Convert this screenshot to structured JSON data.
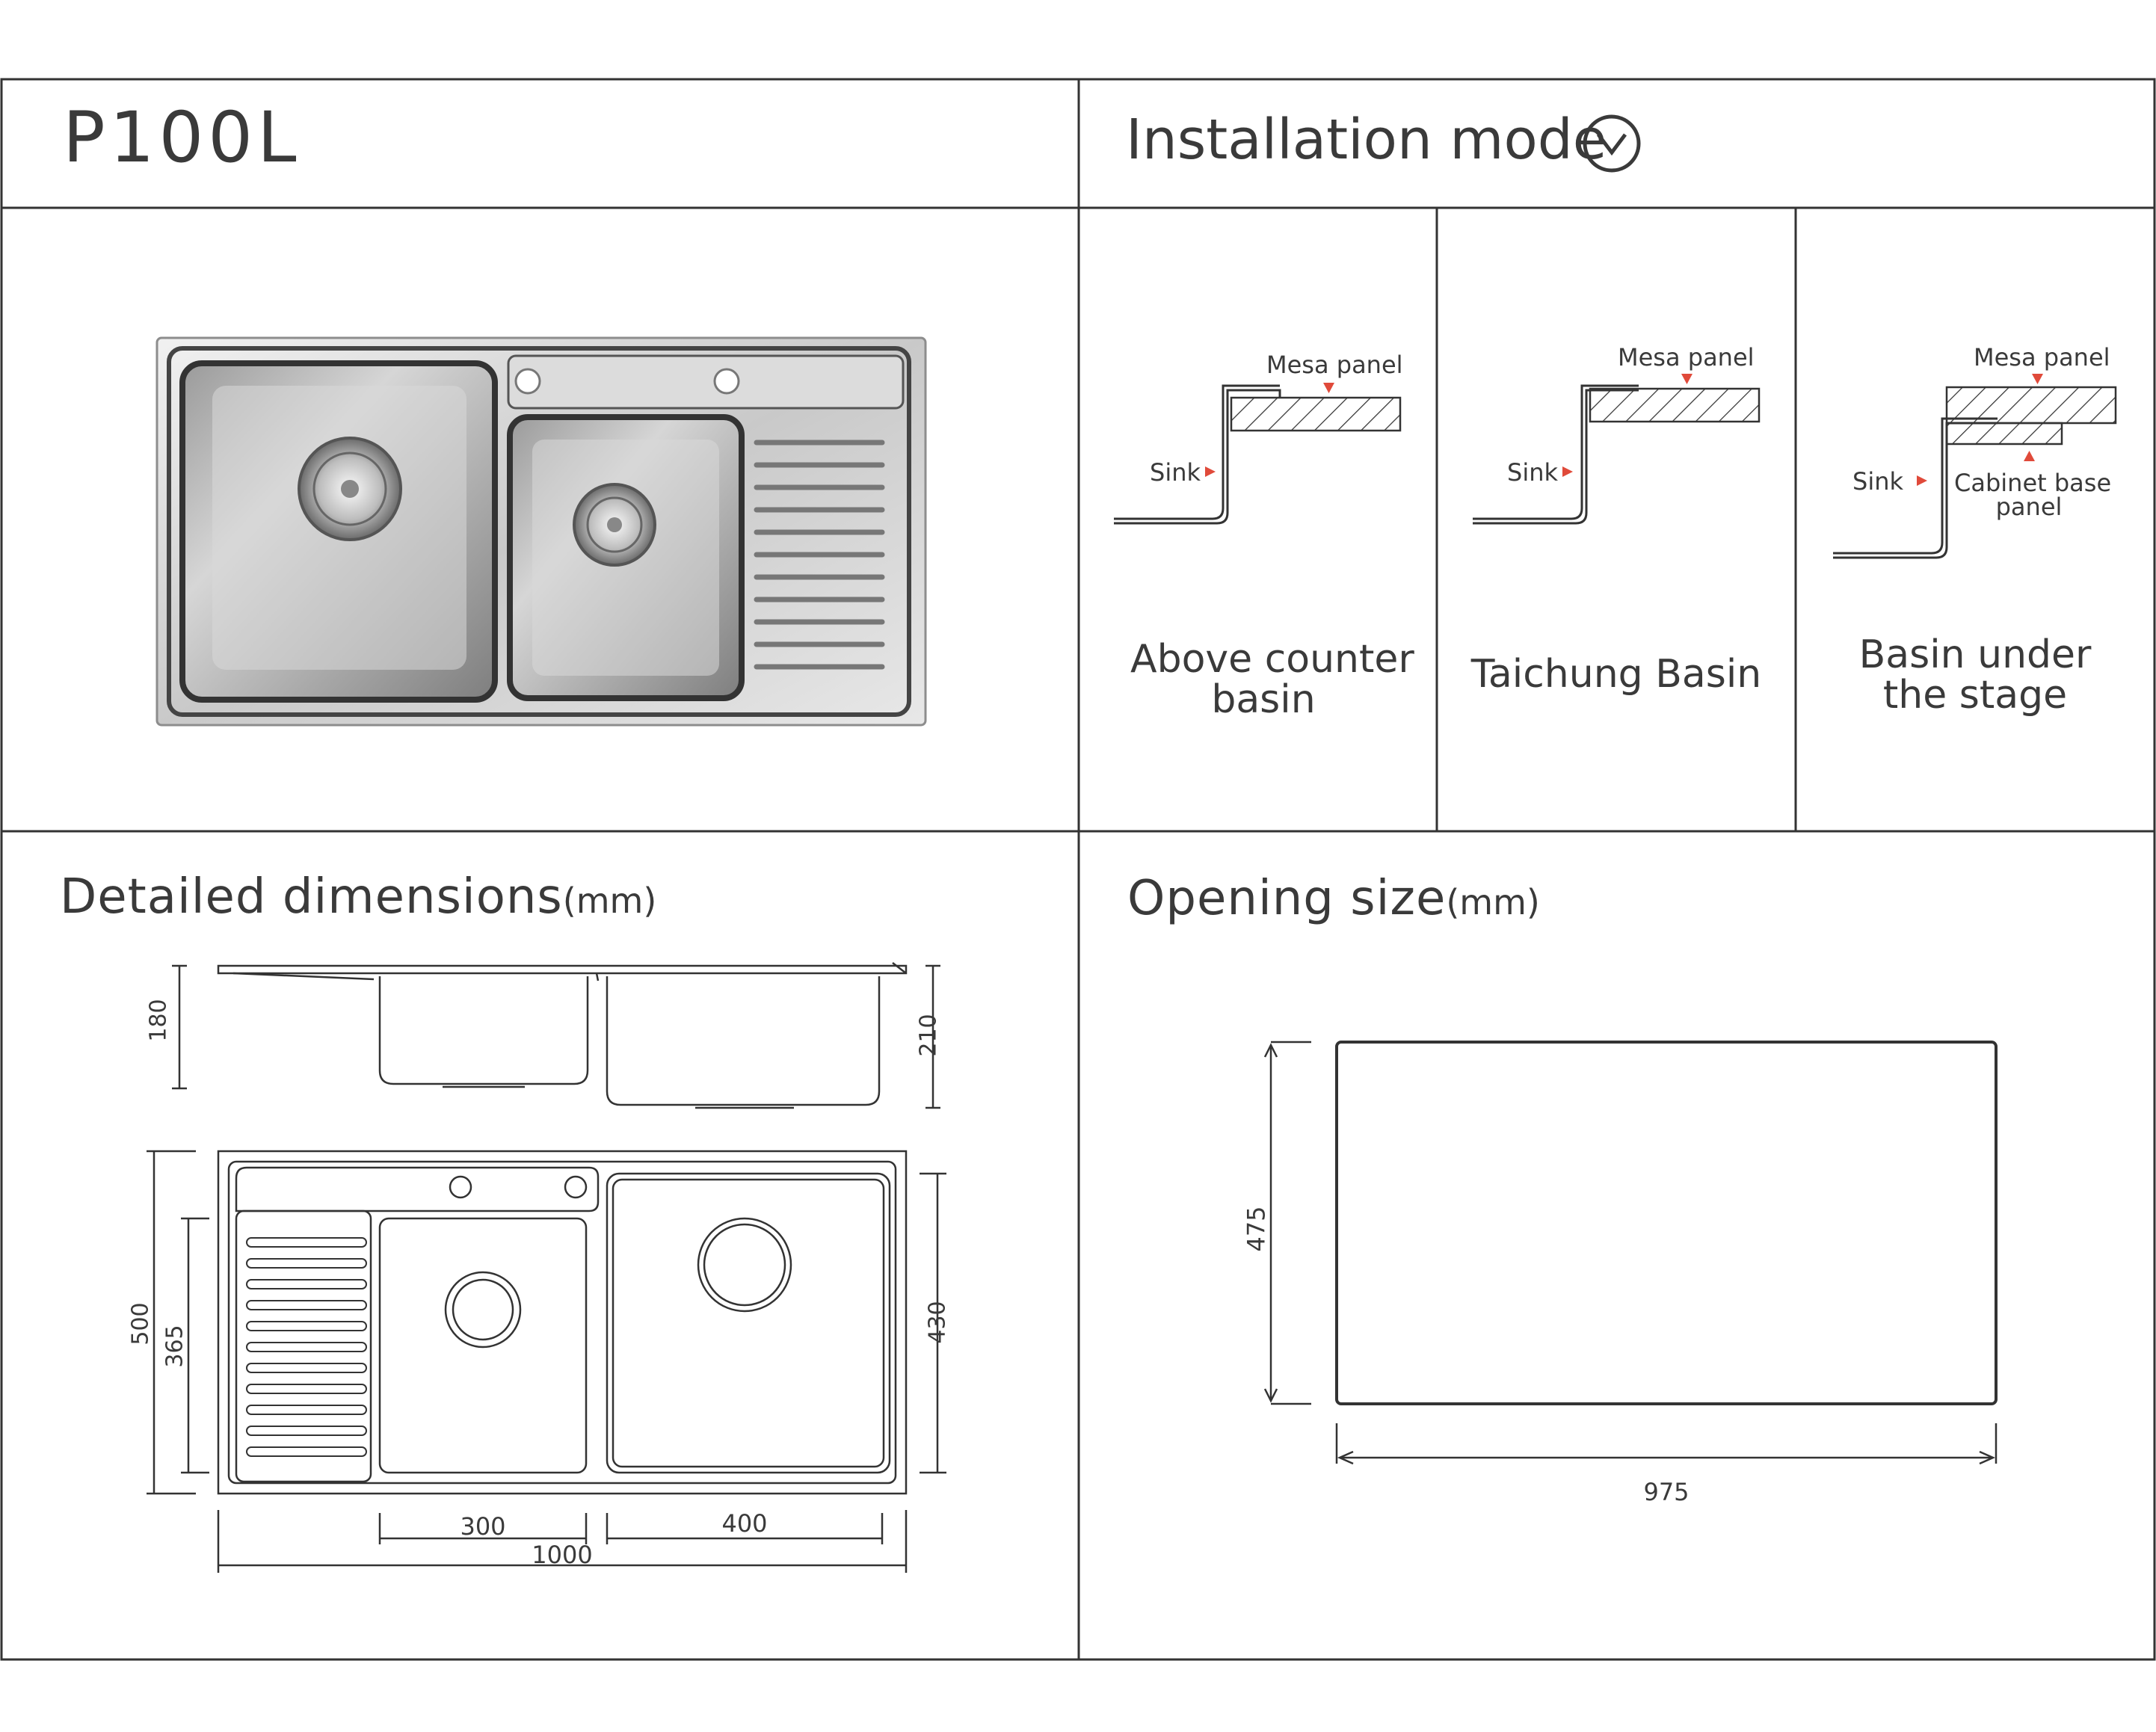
{
  "product": {
    "model": "P100L"
  },
  "installation": {
    "title": "Installation mode",
    "modes": [
      {
        "name": "Above counter basin",
        "name_line1": "Above counter",
        "name_line2": "basin",
        "mesa_label": "Mesa panel",
        "sink_label": "Sink"
      },
      {
        "name": "Taichung Basin",
        "mesa_label": "Mesa panel",
        "sink_label": "Sink"
      },
      {
        "name": "Basin under the stage",
        "name_line1": "Basin under",
        "name_line2": "the stage",
        "mesa_label": "Mesa panel",
        "sink_label": "Sink",
        "cabinet_label_line1": "Cabinet base",
        "cabinet_label_line2": "panel"
      }
    ]
  },
  "detailed_dimensions": {
    "title": "Detailed dimensions",
    "unit": "(mm)",
    "side_view": {
      "depth_small": "180",
      "depth_large": "210"
    },
    "top_view": {
      "total_length": "1000",
      "total_width": "500",
      "small_bowl_length": "300",
      "large_bowl_length": "400",
      "small_bowl_width": "365",
      "large_bowl_width": "430"
    }
  },
  "opening_size": {
    "title": "Opening size",
    "unit": "(mm)",
    "width": "975",
    "height": "475"
  },
  "colors": {
    "line": "#333333",
    "accent_arrow": "#e04a3a",
    "steel_light": "#e6e6e6",
    "steel_dark": "#6e6e6e"
  }
}
